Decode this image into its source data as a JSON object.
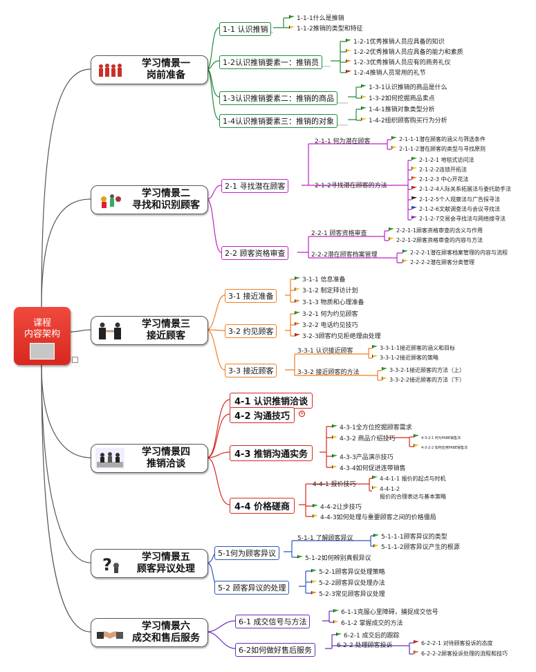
{
  "root": {
    "line1": "课程",
    "line2": "内容架构"
  },
  "colors": {
    "s1": "#1e8a3a",
    "s2": "#c21fc7",
    "s3": "#f07c1d",
    "s4": "#d32a1c",
    "s5": "#2a56b8",
    "s6": "#6a2ab8",
    "green": "#2aa52a",
    "yellow": "#f0c020",
    "orange": "#f07c1d",
    "red": "#d32a1c",
    "blue": "#1e4fc4",
    "purple": "#8a3fc0",
    "black": "#222222"
  },
  "scenes": [
    {
      "l1": "学习情景一",
      "l2": "岗前准备"
    },
    {
      "l1": "学习情景二",
      "l2": "寻找和识别顾客"
    },
    {
      "l1": "学习情景三",
      "l2": "接近顾客"
    },
    {
      "l1": "学习情景四",
      "l2": "推销洽谈"
    },
    {
      "l1": "学习情景五",
      "l2": "顾客异议处理"
    },
    {
      "l1": "学习情景六",
      "l2": "成交和售后服务"
    }
  ],
  "sections": {
    "s1_1": "1-1  认识推销",
    "s1_2": "1-2认识推销要素一：推销员",
    "s1_3": "1-3认识推销要素二：推销的商品",
    "s1_4": "1-4认识推销要素三：推销的对象",
    "s2_1": "2-1  寻找潜在顾客",
    "s2_2": "2-2  顾客资格审查",
    "s3_1": "3-1  接近准备",
    "s3_2": "3-2  约见顾客",
    "s3_3": "3-3  接近顾客",
    "s4_1": "4-1  认识推销洽谈",
    "s4_2": "4-2  沟通技巧",
    "s4_3": "4-3  推销沟通实务",
    "s4_4": "4-4  价格磋商",
    "s5_1": "5-1何为顾客异议",
    "s5_2": "5-2  顾客异议的处理",
    "s6_1": "6-1  成交信号与方法",
    "s6_2": "6-2如何做好售后服务"
  },
  "subs": {
    "s2_1_1": "2-1-1 何为潜在顾客",
    "s2_1_2": "2-1-2寻找潜在顾客的方法",
    "s2_2_1": "2-2-1 顾客资格审查",
    "s2_2_2": "2-2-2潜在顾客档案管理",
    "s3_3_1": "3-3-1 认识接近顾客",
    "s3_3_2": "3-3-2 接近顾客的方法",
    "s4_4_1": "4-4-1 报价技巧",
    "s5_1_1": "5-1-1 了解顾客异议",
    "s6_2_2": "6-2-2 处理顾客投诉"
  },
  "leaves": {
    "l1_1_1": "1-1-1什么是推销",
    "l1_1_2": "1-1-2推销的类型和特征",
    "l1_2_1": "1-2-1优秀推销人员应具备的知识",
    "l1_2_2": "1-2-2优秀推销人员应具备的能力和素质",
    "l1_2_3": "1-2-3优秀推销人员应有的商务礼仪",
    "l1_2_4": "1-2-4推销人员常用的礼节",
    "l1_3_1": "1-3-1认识推销的商品是什么",
    "l1_3_2": "1-3-2如何挖掘商品卖点",
    "l1_4_1": "1-4-1推销对象类型分析",
    "l1_4_2": "1-4-2组织顾客购买行为分析",
    "l2_1_1_1": "2-1-1-1潜在顾客的涵义与筛选条件",
    "l2_1_1_2": "2-1-1-2潜在顾客的类型与寻找原则",
    "l2_1_2_1": "2-1-2-1 地毯式访问法",
    "l2_1_2_2": "2-1-2-2连锁开拓法",
    "l2_1_2_3": "2-1-2-3 中心开花法",
    "l2_1_2_4": "2-1-2-4人际关系拓展法与委托助手法",
    "l2_1_2_5": "2-1-2-5个人观察法与广告探寻法",
    "l2_1_2_6": "2-1-2-6文献调查法与会议寻找法",
    "l2_1_2_7": "2-1-2-7交易会寻找法与网络搜寻法",
    "l2_2_1_1": "2-2-1-1顾客资格审查的含义与作用",
    "l2_2_1_2": "2-2-1-2顾客资格审查的内容与方法",
    "l2_2_2_1": "2-2-2-1潜在顾客档案管理的内容与流程",
    "l2_2_2_2": "2-2-2-2潜在顾客分类管理",
    "l3_1_1": "3-1-1 信息准备",
    "l3_1_2": "3-1-2 制定拜访计划",
    "l3_1_3": "3-1-3 物质和心理准备",
    "l3_2_1": "3-2-1 何为约见顾客",
    "l3_2_2": "3-2-2 电话约见技巧",
    "l3_2_3": "3-2-3顾客约见拒绝理由处理",
    "l3_3_1_1": "3-3-1-1接近顾客的涵义和目标",
    "l3_3_1_2": "3-3-1-2接近顾客的策略",
    "l3_3_2_1": "3-3-2-1接近顾客的方法（上）",
    "l3_3_2_2": "3-3-2-2接近顾客的方法（下）",
    "l4_3_1": "4-3-1全方位挖掘顾客需求",
    "l4_3_2": "4-3-2 商品介绍技巧",
    "l4_3_2_1": "4-3-2-1  何为FABE销售法",
    "l4_3_2_2": "4-3-2-2  如何应用FABE销售法",
    "l4_3_3": "4-3-3产品演示技巧",
    "l4_3_4": "4-3-4如何促进连带销售",
    "l4_4_1_1": "4-4-1-1 报价的起点与时机",
    "l4_4_1_2a": "4-4-1-2",
    "l4_4_1_2b": "报价的合理表达与基本策略",
    "l4_4_2": "4-4-2让步技巧",
    "l4_4_3": "4-4-3如何处理与重要顾客之间的价格僵局",
    "l5_1_1_1": "5-1-1-1顾客异议的类型",
    "l5_1_1_2": "5-1-1-2顾客异议产生的根源",
    "l5_1_2": "5-1-2如何辨别真假异议",
    "l5_2_1": "5-2-1顾客异议处理策略",
    "l5_2_2": "5-2-2顾客异议处理办法",
    "l5_2_3": "5-2-3常见顾客异议处理",
    "l6_1_1": "6-1-1克服心里障碍，捕捉成交信号",
    "l6_1_2": "6-1-2 掌握成交的方法",
    "l6_2_1": "6-2-1 成交后的跟踪",
    "l6_2_2_1": "6-2-2-1 对待顾客投诉的态度",
    "l6_2_2_2": "6-2-2-2顾客投诉处理的流程和技巧"
  }
}
